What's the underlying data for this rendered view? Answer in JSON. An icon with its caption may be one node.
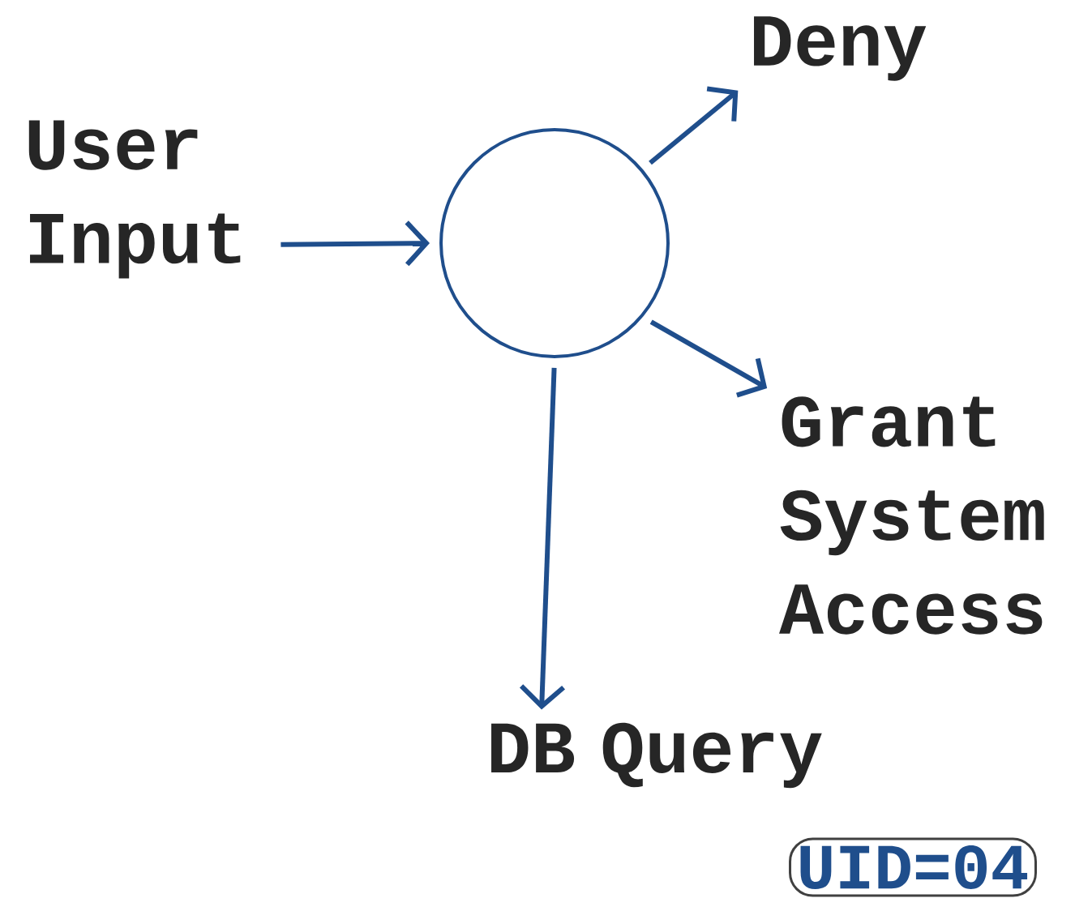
{
  "diagram": {
    "nodes": [
      {
        "text": [
          "User Input"
        ]
      },
      {
        "text": [],
        "shape": "circle"
      },
      {
        "text": [
          "Deny"
        ]
      },
      {
        "text": [
          "Grant System Access"
        ]
      },
      {
        "text": [
          "DB Query"
        ]
      },
      {
        "text": [
          "UID=04"
        ]
      }
    ],
    "edges": [
      {
        "from": 0,
        "to": 1,
        "arrow": "to"
      },
      {
        "from": 1,
        "to": 2,
        "arrow": "to"
      },
      {
        "from": 1,
        "to": 3,
        "arrow": "to"
      },
      {
        "from": 1,
        "to": 4,
        "arrow": "to"
      }
    ]
  }
}
